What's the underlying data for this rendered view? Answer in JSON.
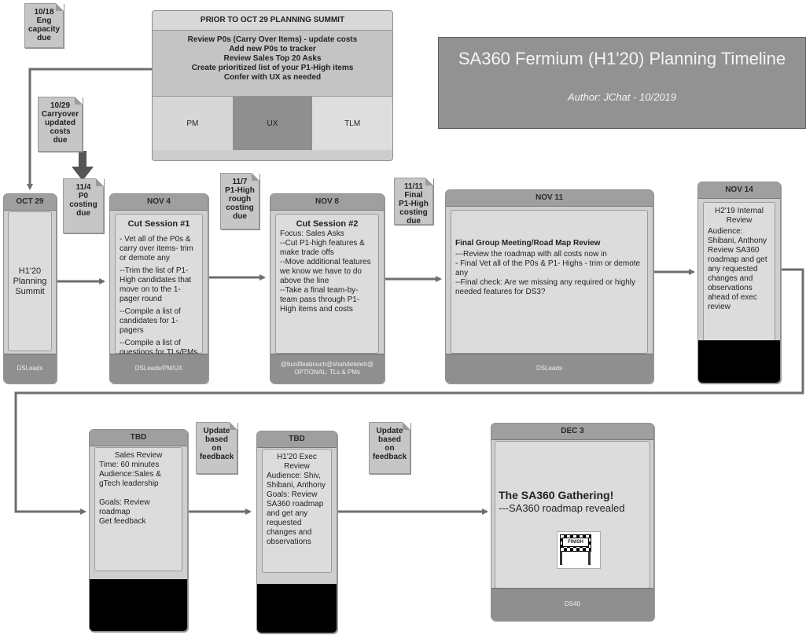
{
  "title_block": {
    "title": "SA360 Fermium (H1'20) Planning Timeline",
    "author": "Author: JChat - 10/2019"
  },
  "prior_box": {
    "header": "PRIOR TO OCT 29 PLANNING SUMMIT",
    "lines": [
      "Review P0s (Carry Over Items) - update costs",
      "Add new P0s to tracker",
      "Review Sales Top 20 Asks",
      "Create prioritized list of  your P1-High items",
      "Confer with UX as needed"
    ],
    "lanes": [
      "PM",
      "UX",
      "TLM"
    ]
  },
  "notes": {
    "eng_capacity": "10/18\nEng\ncapacity\ndue",
    "carryover": "10/29\nCarryover\nupdated\ncosts\ndue",
    "p0_costing": "11/4\nP0\ncosting\ndue",
    "p1_rough": "11/7\nP1-High\nrough\ncosting\ndue",
    "p1_final": "11/11\nFinal\nP1-High\ncosting\ndue",
    "update1": "Update\nbased\non\nfeedback",
    "update2": "Update\nbased\non\nfeedback"
  },
  "cards": {
    "oct29": {
      "header": "OCT 29",
      "body": "H1'20\nPlanning\nSummit",
      "footer": "DSLeads"
    },
    "nov4": {
      "header": "NOV 4",
      "title": "Cut Session #1",
      "lines": [
        "- Vet all of the P0s & carry over items- trim or demote any",
        "--Trim the list of P1-High candidates that move on to the 1-pager round",
        "--Compile a list of candidates for 1-pagers",
        "--Compile a list of questions for TLs/PMs"
      ],
      "footer": "DSLeads/PM/UX"
    },
    "nov8": {
      "header": "NOV 8",
      "title": "Cut Session #2",
      "lines": [
        "Focus: Sales Asks",
        "--Cut P1-high features & make trade offs",
        "--Move additional features we know we have to do above the line",
        "--Take a  final team-by-team pass through P1-High items and costs"
      ],
      "footer": "@bunlfleabnuch@shahdeteletr@\nOPTIONAL: TLs & PMs"
    },
    "nov11": {
      "header": "NOV 11",
      "title": "Final Group Meeting/Road Map Review",
      "lines": [
        "---Review the roadmap with all costs now in",
        "- Final Vet all of the P0s & P1- Highs - trim or demote any",
        "--Final check: Are we missing any required or highly needed features for DS3?"
      ],
      "footer": "DSLeads"
    },
    "nov14": {
      "header": "NOV 14",
      "title": "H2'19 Internal Review",
      "lines": [
        "Audience: Shibani, Anthony",
        "Review SA360 roadmap and get any requested changes and observations ahead of exec review"
      ]
    },
    "tbd_sales": {
      "header": "TBD",
      "title": "Sales Review",
      "lines": [
        "Time: 60 minutes",
        "Audience:Sales & gTech leadership",
        "",
        "Goals: Review roadmap",
        "Get feedback"
      ]
    },
    "tbd_exec": {
      "header": "TBD",
      "title": "H1'20 Exec Review",
      "lines": [
        "Audience: Shiv, Shibani, Anthony",
        "Goals: Review SA360 roadmap and get any requested changes and observations"
      ]
    },
    "dec3": {
      "header": "DEC 3",
      "title": "The SA360 Gathering!",
      "subtitle": "---SA360 roadmap revealed",
      "flag_label": "FINISH",
      "footer": "DS40"
    }
  }
}
